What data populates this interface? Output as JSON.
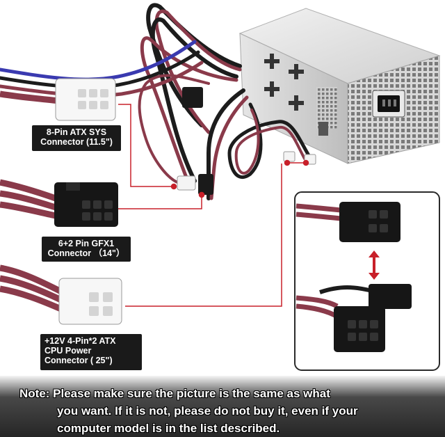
{
  "labels": {
    "atx": "8-Pin  ATX SYS\nConnector (11.5\")",
    "gfx": "6+2 Pin GFX1\nConnector （14\"）",
    "cpu": "+12V 4-Pin*2 ATX\nCPU Power\nConnector ( 25\")"
  },
  "note": {
    "line1": "Note: Please make sure the picture is the same as what",
    "line2": "you want. If it is not, please do not buy it, even if your",
    "line3": "computer model is in the list described."
  },
  "colors": {
    "callout_line": "#c8202a",
    "wire_red": "#8a3a4a",
    "wire_black": "#1c1c1c",
    "psu_body": "#dcdcdc",
    "arrow": "#c8202a"
  }
}
